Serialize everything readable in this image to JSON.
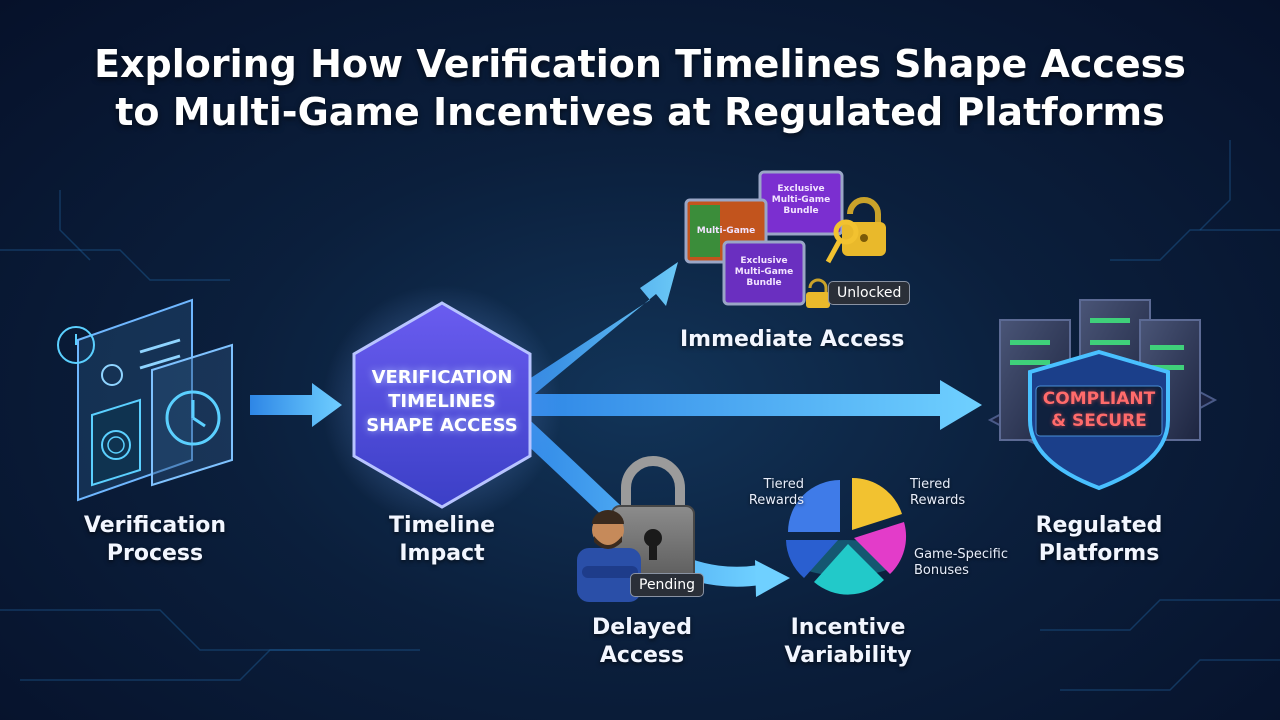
{
  "title": {
    "line1": "Exploring How Verification Timelines Shape Access",
    "line2": "to Multi-Game Incentives at Regulated Platforms"
  },
  "center": {
    "line1": "VERIFICATION",
    "line2": "TIMELINES",
    "line3": "SHAPE ACCESS"
  },
  "nodes": {
    "verification": {
      "line1": "Verification",
      "line2": "Process"
    },
    "timeline": {
      "line1": "Timeline",
      "line2": "Impact"
    },
    "immediate": {
      "label": "Immediate Access"
    },
    "delayed": {
      "line1": "Delayed",
      "line2": "Access"
    },
    "incentive": {
      "line1": "Incentive",
      "line2": "Variability"
    },
    "regulated": {
      "line1": "Regulated",
      "line2": "Platforms"
    }
  },
  "badges": {
    "unlocked": "Unlocked",
    "pending": "Pending"
  },
  "shield": {
    "line1": "COMPLIANT",
    "line2": "& SECURE"
  },
  "cards": {
    "top": {
      "line1": "Exclusive",
      "line2": "Multi-Game",
      "line3": "Bundle"
    },
    "left": {
      "line1": "Multi-Game"
    },
    "front": {
      "line1": "Exclusive",
      "line2": "Multi-Game",
      "line3": "Bundle"
    }
  },
  "pie_labels": {
    "tiered_left": {
      "line1": "Tiered",
      "line2": "Rewards"
    },
    "tiered_right": {
      "line1": "Tiered",
      "line2": "Rewards"
    },
    "game_specific": {
      "line1": "Game-Specific",
      "line2": "Bonuses"
    }
  },
  "colors": {
    "arrow": "#46b8ff",
    "hexagon": "#5a4fe0",
    "pie": [
      "#3f7be8",
      "#f2c230",
      "#e33cc9",
      "#22c9c9",
      "#2a5fd0"
    ]
  }
}
